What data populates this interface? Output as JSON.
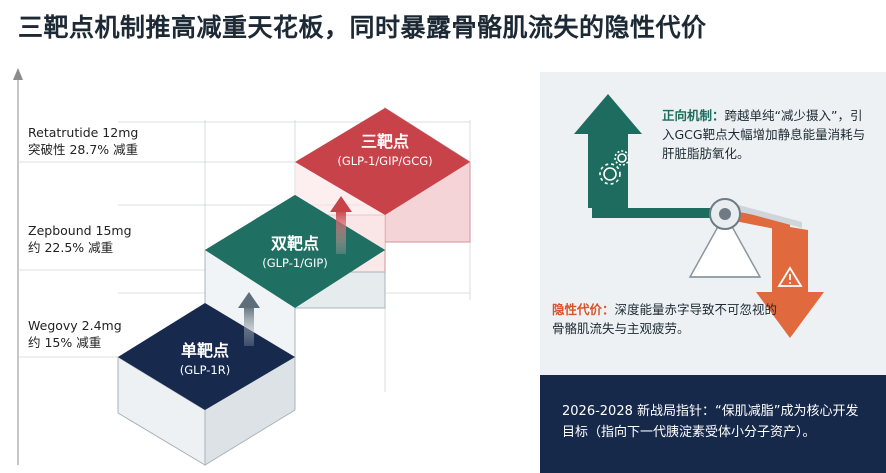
{
  "title": "三靶点机制推高减重天花板，同时暴露骨骼肌流失的隐性代价",
  "steps": [
    {
      "drug": "Wegovy 2.4mg",
      "result": "约 15% 减重",
      "name": "单靶点",
      "targets": "(GLP-1R)",
      "color": "#172a4d"
    },
    {
      "drug": "Zepbound 15mg",
      "result": "约 22.5% 减重",
      "name": "双靶点",
      "targets": "(GLP-1/GIP)",
      "color": "#1f6f62"
    },
    {
      "drug": "Retatrutide 12mg",
      "result": "突破性 28.7% 减重",
      "name": "三靶点",
      "targets": "(GLP-1/GIP/GCG)",
      "color": "#c8424a"
    }
  ],
  "panel": {
    "positive_title": "正向机制：",
    "positive_text": "跨越单纯“减少摄入”，引入GCG靶点大幅增加静息能量消耗与肝脏脂肪氧化。",
    "negative_title": "隐性代价：",
    "negative_text": "深度能量赤字导致不可忽视的骨骼肌流失与主观疲劳。",
    "strategy_text": "2026-2028 新战局指针：“保肌减脂”成为核心开发目标（指向下一代胰淀素受体小分子资产）。",
    "icons": [
      "gear-icon",
      "warning-icon"
    ],
    "colors": {
      "positive": "#1e6b5f",
      "negative": "#d9542c",
      "strategy_bg": "#17294a"
    }
  }
}
